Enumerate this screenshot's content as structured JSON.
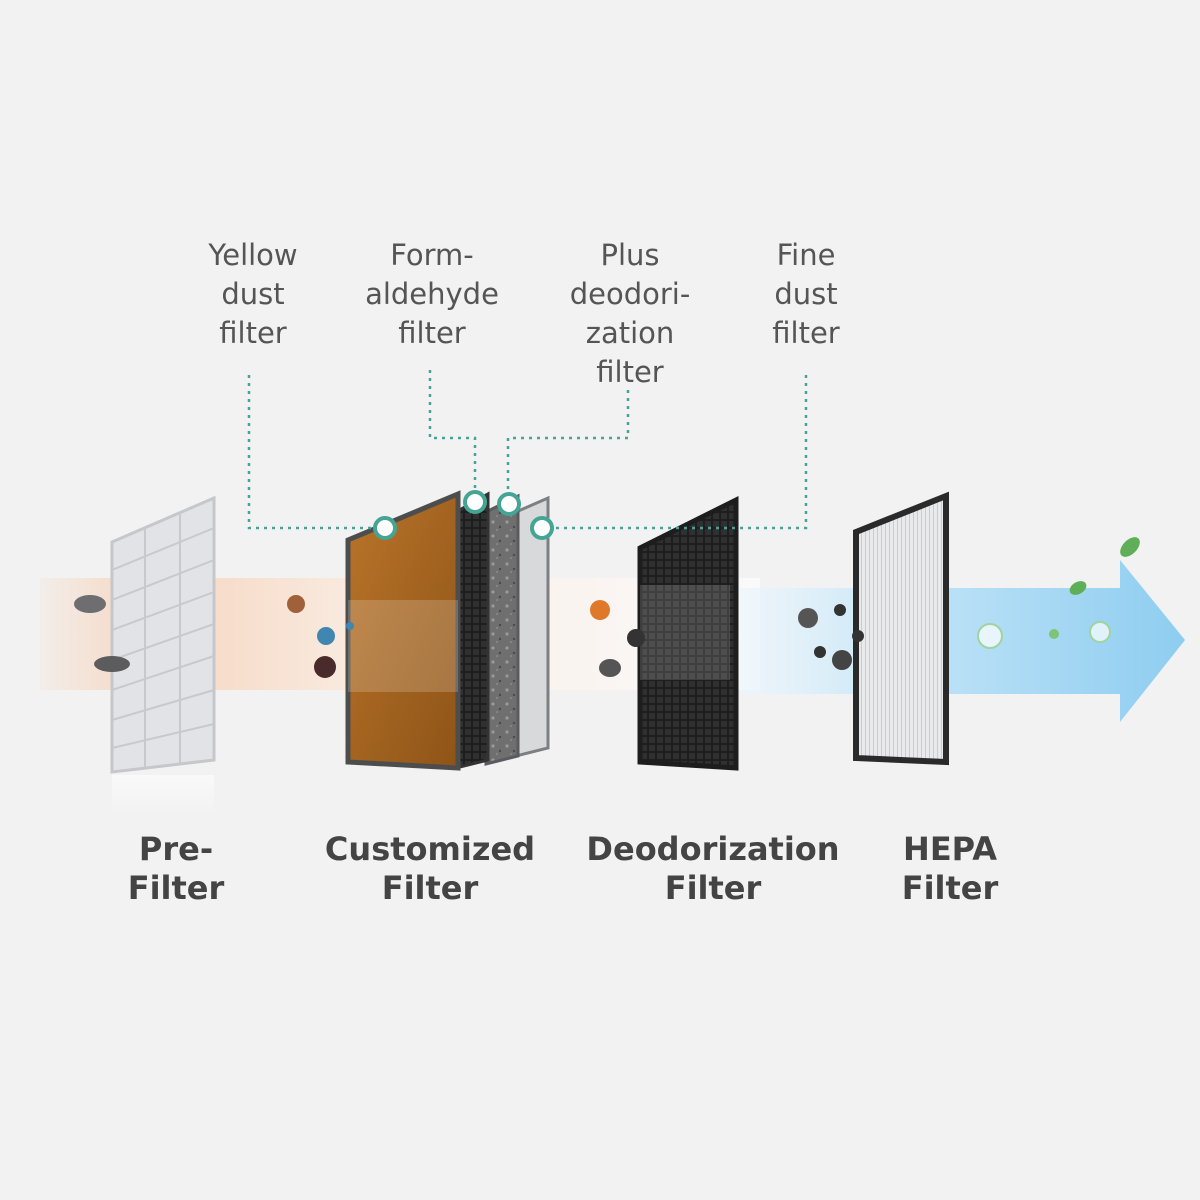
{
  "callouts": {
    "yellow_dust": [
      "Yellow",
      "dust",
      "filter"
    ],
    "formaldehyde": [
      "Form-",
      "aldehyde",
      "filter"
    ],
    "plus_deodorization": [
      "Plus",
      "deodori-",
      "zation",
      "filter"
    ],
    "fine_dust": [
      "Fine",
      "dust",
      "filter"
    ]
  },
  "filters": {
    "pre": [
      "Pre-",
      "Filter"
    ],
    "customized": [
      "Customized",
      "Filter"
    ],
    "deodorization": [
      "Deodorization",
      "Filter"
    ],
    "hepa": [
      "HEPA",
      "Filter"
    ]
  },
  "colors": {
    "background": "#f2f2f3",
    "callout_line": "#45a594",
    "airflow_warm": "#f6d2b8",
    "airflow_clean": "#9fd3f1",
    "carbon_filter": "#2a2a2a",
    "yellow_filter": "#c07c2a"
  },
  "icons": [
    "dust-particle-icon",
    "bacteria-icon",
    "odor-molecule-icon",
    "leaf-icon",
    "bubble-icon"
  ]
}
